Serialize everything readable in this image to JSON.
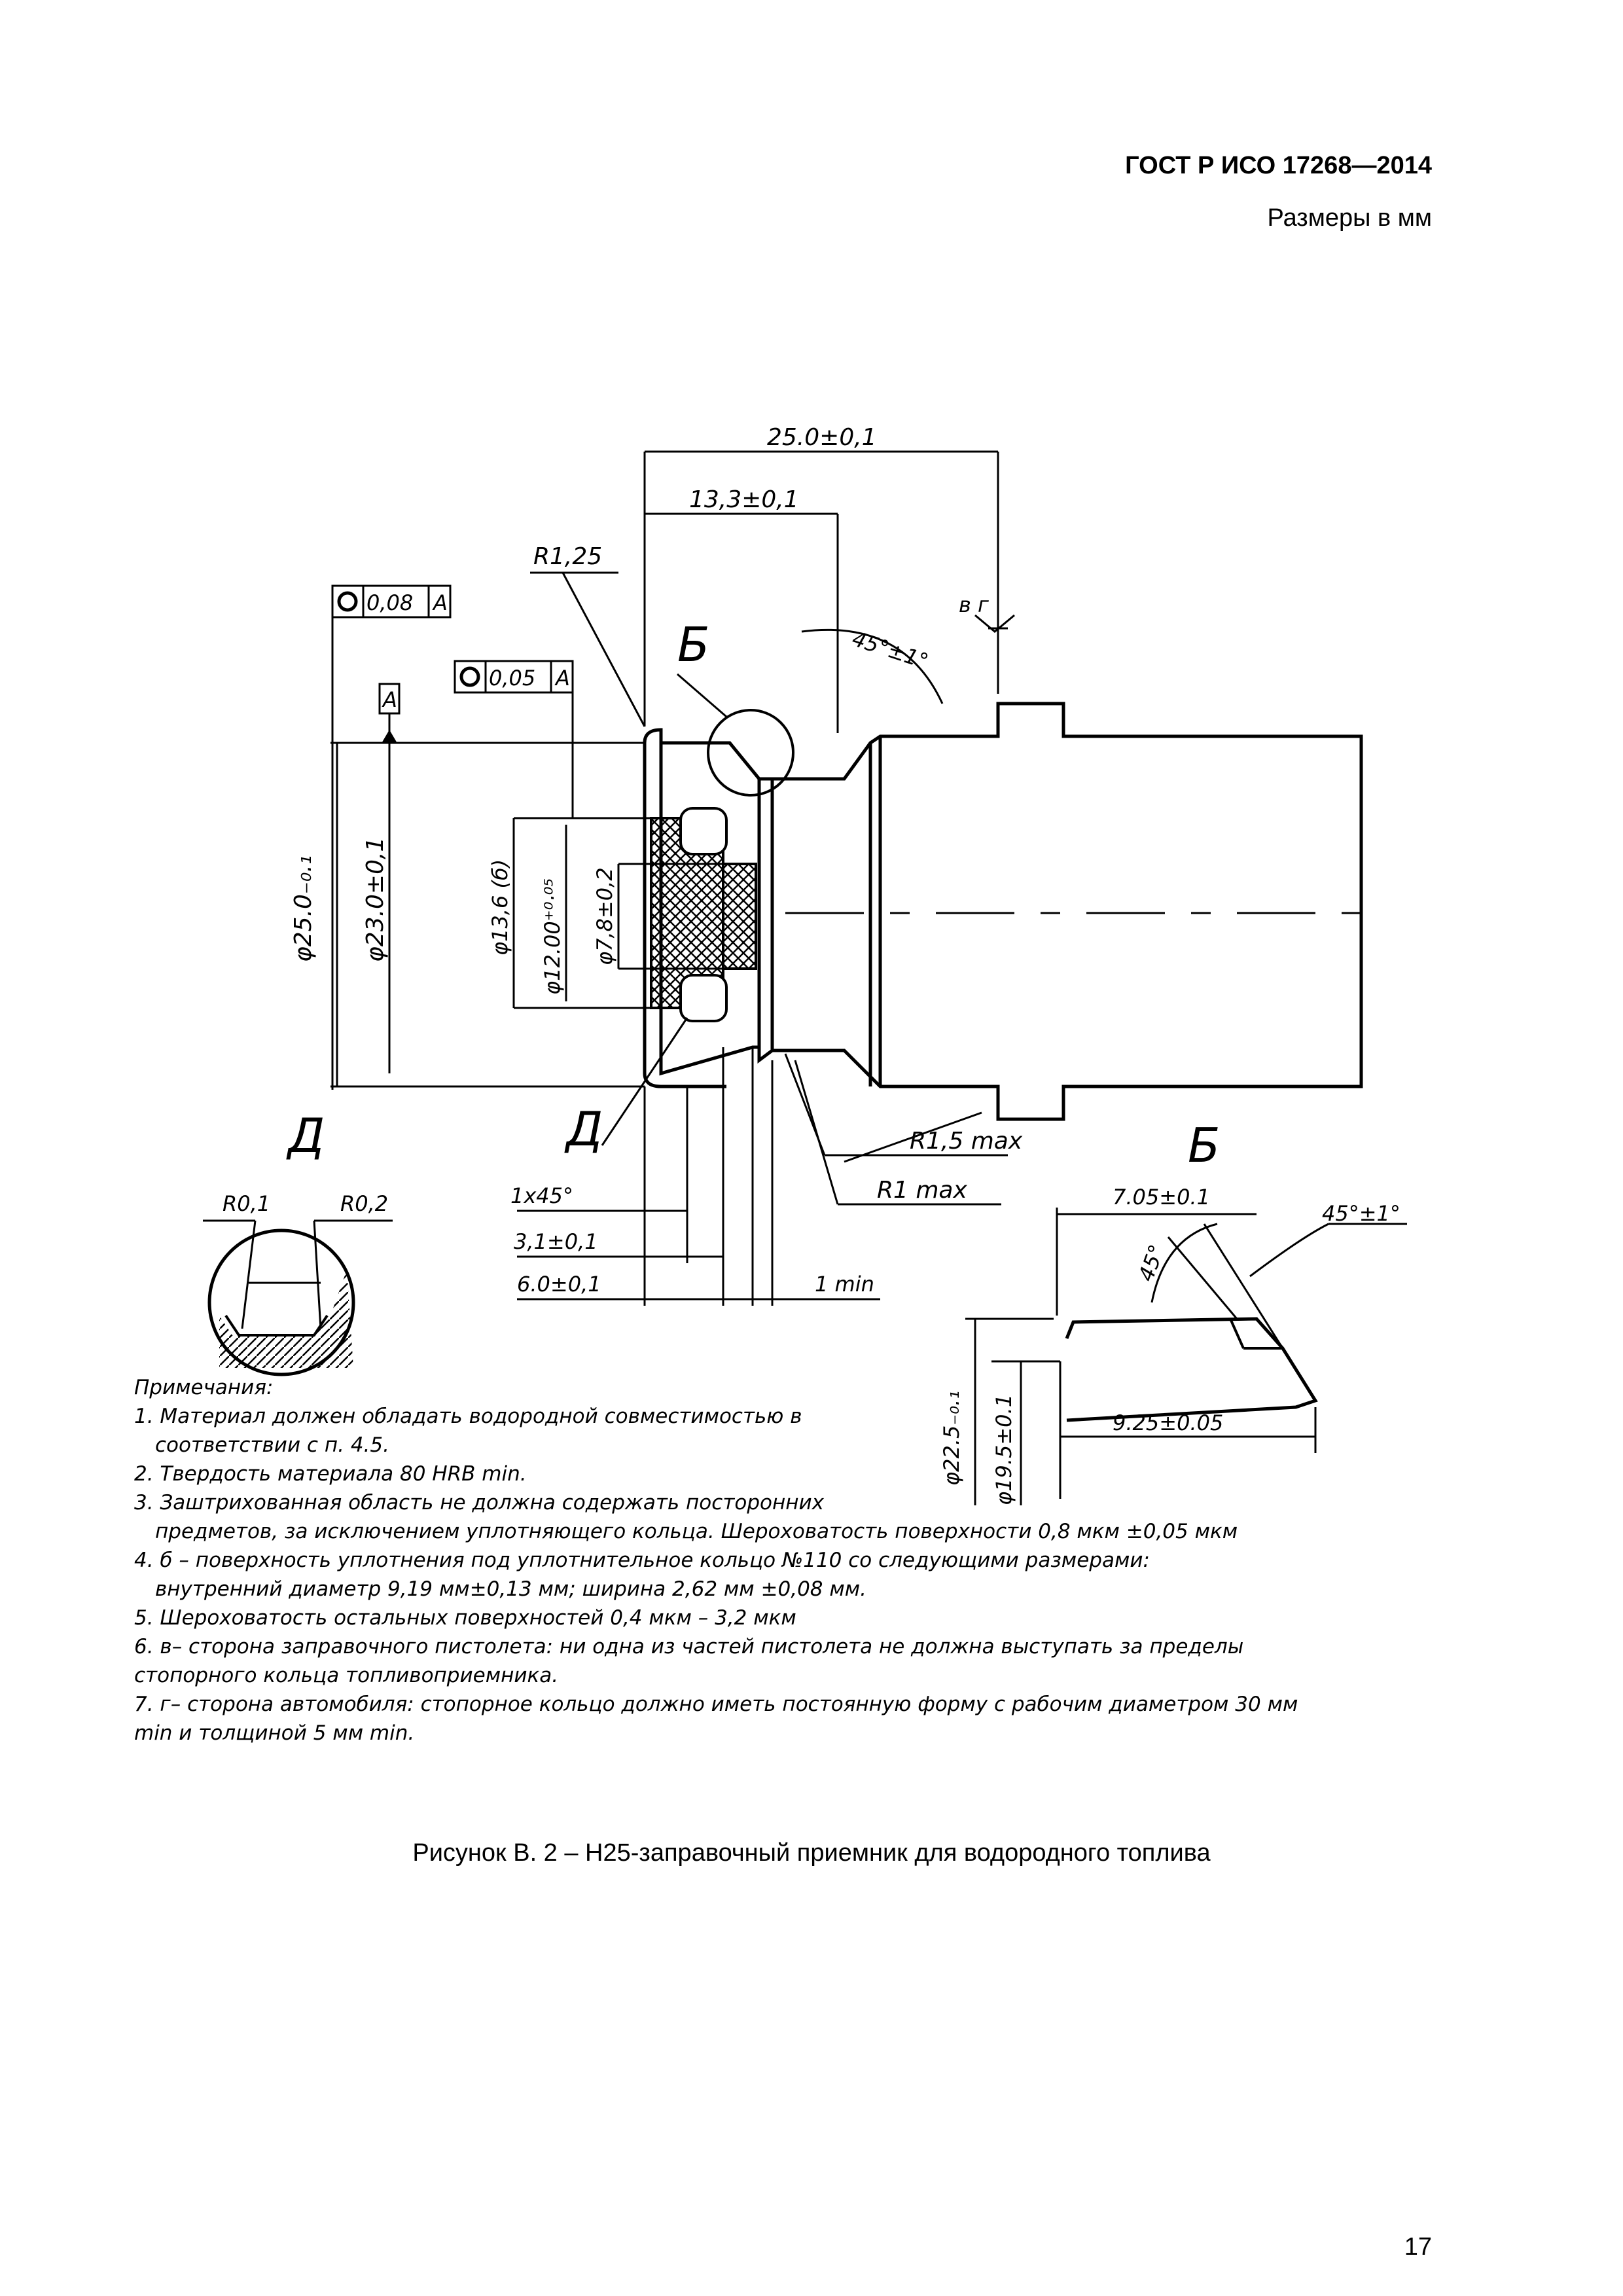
{
  "header": {
    "standard": "ГОСТ Р ИСО 17268—2014",
    "units": "Размеры в мм"
  },
  "drawing": {
    "dims": {
      "overall_length": "25.0±0,1",
      "length_13": "13,3±0,1",
      "radius_125": "R1,25",
      "angle_45_tol": "45°±1°",
      "side_labels": "в  г",
      "diam_25": "φ25.0₋₀.₁",
      "diam_23": "φ23.0±0,1",
      "diam_136": "φ13,6 (б)",
      "diam_12": "φ12.00⁺⁰·⁰⁵",
      "diam_78": "φ7,8±0,2",
      "r15max": "R1,5 max",
      "r1max": "R1 max",
      "chamfer": "1x45°",
      "len_31": "3,1±0,1",
      "len_60": "6.0±0,1",
      "min1": "1 min",
      "r01": "R0,1",
      "r02": "R0,2",
      "len_705": "7.05±0.1",
      "angle_45_1": "45°±1°",
      "angle_45": "45°",
      "len_925": "9.25±0.05",
      "diam_225": "φ22.5₋₀.₁",
      "diam_195": "φ19.5±0.1"
    },
    "tolerance_frames": [
      {
        "value": "0,08",
        "datum": "A"
      },
      {
        "value": "0,05",
        "datum": "A"
      }
    ],
    "datum": "A",
    "view_labels": {
      "detail_b": "Б",
      "detail_d": "Д"
    }
  },
  "notes": {
    "title": "Примечания:",
    "lines": [
      "1. Материал должен обладать водородной совместимостью в",
      "соответствии с п. 4.5.",
      "2. Твердость материала 80 HRB min.",
      "3. Заштрихованная область не должна содержать посторонних",
      "предметов, за исключением уплотняющего кольца. Шероховатость поверхности 0,8 мкм ±0,05 мкм",
      "4. б – поверхность уплотнения под уплотнительное кольцо №110 со следующими размерами:",
      "внутренний диаметр 9,19 мм±0,13 мм; ширина 2,62 мм ±0,08 мм.",
      "5. Шероховатость остальных поверхностей 0,4 мкм – 3,2 мкм",
      "6. в– сторона заправочного пистолета: ни одна из частей пистолета не должна выступать за пределы",
      "стопорного кольца топливоприемника.",
      "7. г– сторона автомобиля: стопорное кольцо должно иметь постоянную форму с рабочим диаметром 30 мм",
      "min и толщиной 5 мм min."
    ]
  },
  "caption": "Рисунок В. 2 – H25-заправочный приемник для водородного топлива",
  "page_number": "17"
}
